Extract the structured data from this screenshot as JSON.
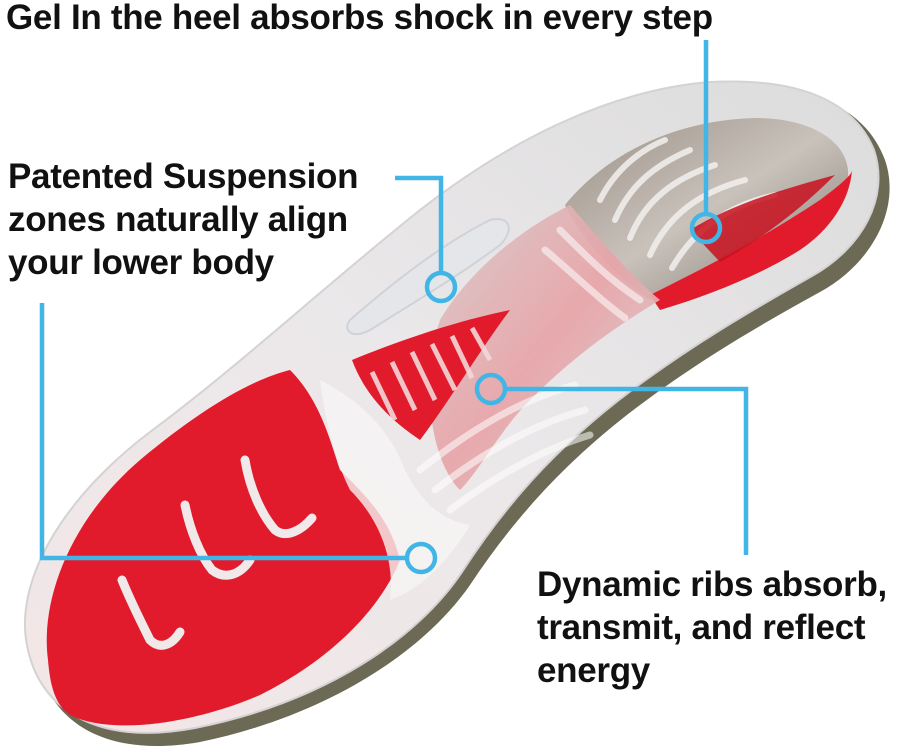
{
  "colors": {
    "callout_line": "#41b6e6",
    "insole_red": "#e21b2c",
    "insole_gel": "#ece9ea",
    "text": "#111111",
    "background": "#ffffff"
  },
  "callouts": {
    "heel_gel": {
      "lines": [
        "Gel In the heel absorbs shock in every step"
      ]
    },
    "suspension_zones": {
      "lines": [
        "Patented Suspension",
        "zones naturally align",
        "your lower body"
      ]
    },
    "dynamic_ribs": {
      "lines": [
        "Dynamic ribs absorb,",
        "transmit, and reflect",
        "energy"
      ]
    }
  }
}
